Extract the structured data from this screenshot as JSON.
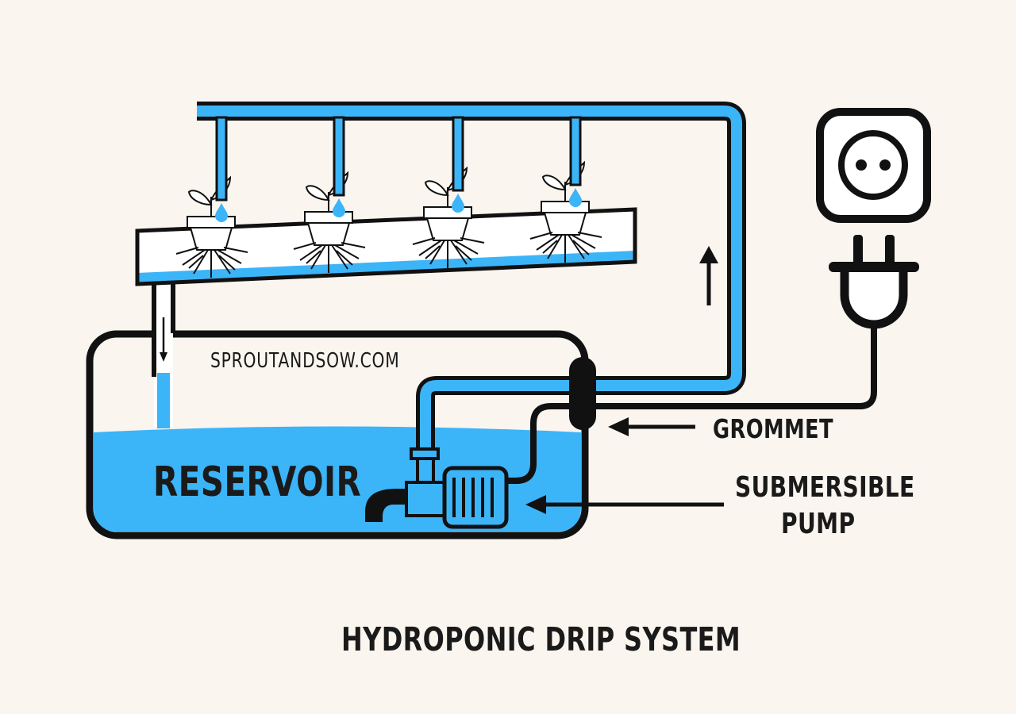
{
  "diagram": {
    "title": "HYDROPONIC DRIP SYSTEM",
    "watermark": "SPROUTANDSOW.COM",
    "labels": {
      "reservoir": "RESERVOIR",
      "grommet": "GROMMET",
      "pump_line1": "SUBMERSIBLE",
      "pump_line2": "PUMP"
    },
    "components": [
      "reservoir",
      "grow-tray",
      "drip-lines",
      "plants",
      "submersible-pump",
      "grommet",
      "power-outlet",
      "power-plug",
      "return-pipe"
    ],
    "colors": {
      "background": "#faf5ef",
      "water": "#3cb4f8",
      "outline": "#111111",
      "tray_fill": "#ffffff"
    },
    "icons": [
      "outlet-icon",
      "plug-icon",
      "pump-icon",
      "plant-icon",
      "water-drop-icon",
      "arrow-icon"
    ]
  }
}
